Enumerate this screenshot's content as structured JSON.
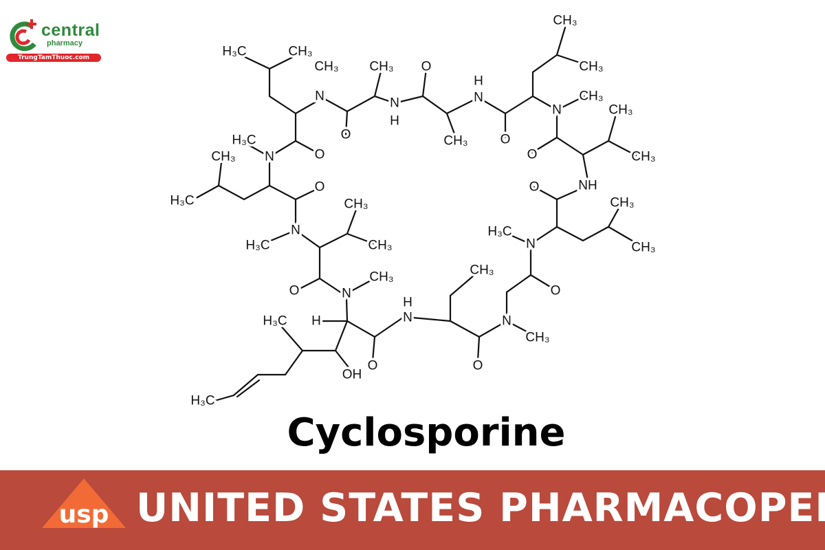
{
  "logo": {
    "name": "central",
    "sub": "pharmacy",
    "site": "TrungTamThuoc.com",
    "colors": {
      "green": "#2f8a3c",
      "red": "#e0262b"
    }
  },
  "diagram": {
    "labels": [
      "H₃C",
      "CH₃",
      "N",
      "CH₃",
      "CH₃",
      "O",
      "N",
      "H",
      "O",
      "CH₃",
      "H",
      "N",
      "O",
      "CH₃",
      "CH₃",
      "N",
      "CH₃",
      "CH₃",
      "O",
      "CH₃",
      "O",
      "NH",
      "CH₃",
      "CH₃",
      "H₃C",
      "N",
      "O",
      "CH₃",
      "N",
      "CH₃",
      "O",
      "H",
      "N",
      "O",
      "OH",
      "H",
      "H₃C",
      "N",
      "CH₃",
      "O",
      "CH₃",
      "CH₃",
      "H₃C",
      "N",
      "O",
      "H₃C",
      "CH₃",
      "H₃C",
      "N",
      "O",
      "H₃C"
    ]
  },
  "title": "Cyclosporine",
  "banner": {
    "logo_text": "usp",
    "text": "UNITED STATES PHARMACOPEIA",
    "color": "#b94a3c",
    "logo_color": "#f26b36"
  }
}
